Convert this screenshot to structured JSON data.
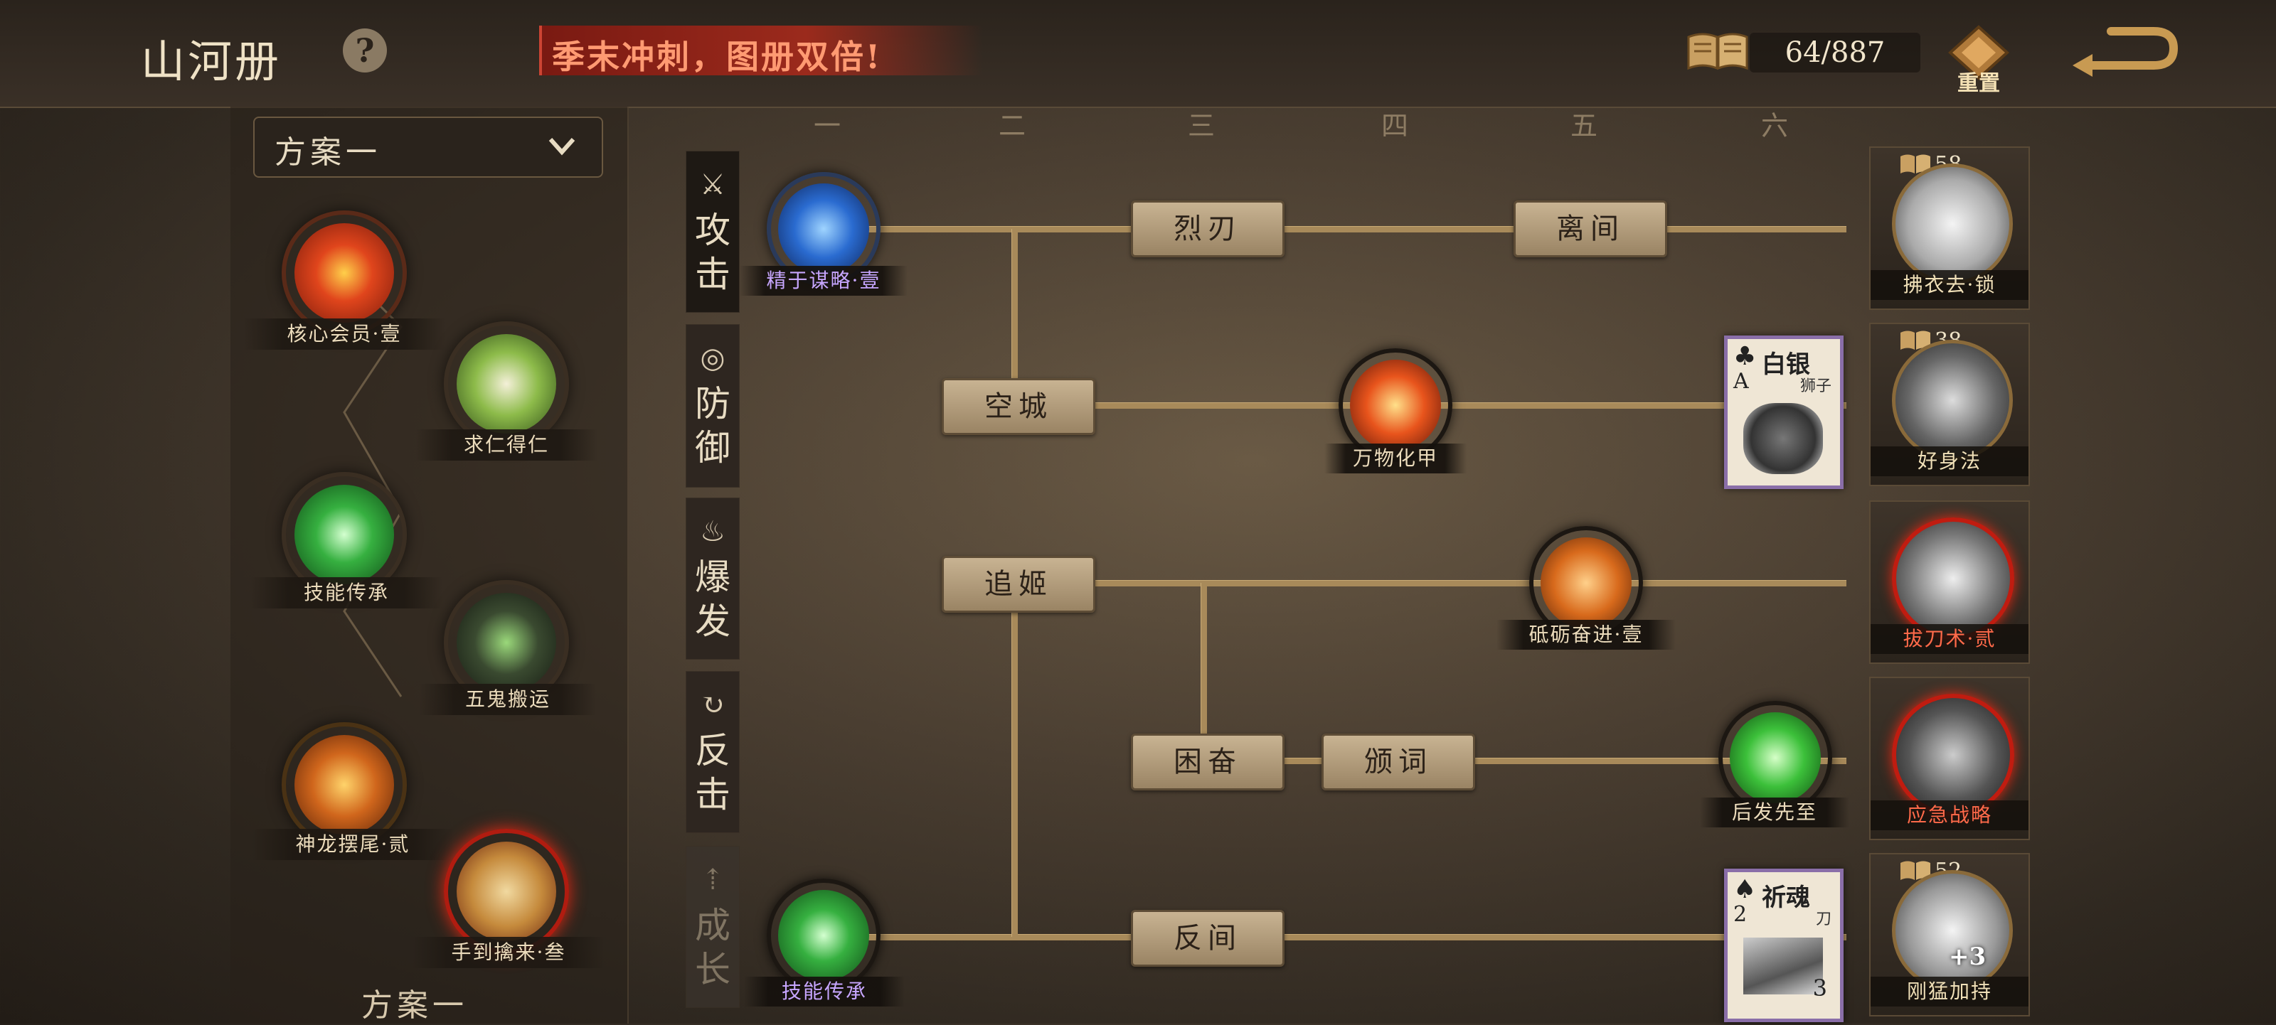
{
  "header": {
    "title": "山河册",
    "help_icon": "?",
    "banner": "季末冲刺，图册双倍!",
    "counter": "64/887",
    "reset_label": "重置"
  },
  "left_panel": {
    "scheme_select": "方案一",
    "scheme_footer": "方案一",
    "nodes": [
      {
        "label": "核心会员·壹"
      },
      {
        "label": "求仁得仁"
      },
      {
        "label": "技能传承"
      },
      {
        "label": "五鬼搬运"
      },
      {
        "label": "神龙摆尾·贰"
      },
      {
        "label": "手到擒来·叁"
      }
    ]
  },
  "categories": [
    {
      "icon": "⚔",
      "label_1": "攻",
      "label_2": "击"
    },
    {
      "icon": "◎",
      "label_1": "防",
      "label_2": "御"
    },
    {
      "icon": "♨",
      "label_1": "爆",
      "label_2": "发"
    },
    {
      "icon": "↻",
      "label_1": "反",
      "label_2": "击"
    },
    {
      "icon": "⇡",
      "label_1": "成",
      "label_2": "长"
    }
  ],
  "columns": [
    "一",
    "二",
    "三",
    "四",
    "五",
    "六"
  ],
  "tree": {
    "buttons": [
      "烈刃",
      "离间",
      "空城",
      "追姬",
      "困奋",
      "颁词",
      "反间"
    ],
    "nodes": [
      {
        "label": "精于谋略·壹"
      },
      {
        "label": "万物化甲"
      },
      {
        "label": "砥砺奋进·壹"
      },
      {
        "label": "后发先至"
      },
      {
        "label": "技能传承"
      }
    ]
  },
  "playing_cards": [
    {
      "suit": "♣",
      "rank": "A",
      "name": "白银",
      "sub": "狮子"
    },
    {
      "suit": "♠",
      "rank": "2",
      "name": "祈魂",
      "sub": "刀",
      "number": "3"
    }
  ],
  "right_cards": [
    {
      "name": "拂衣去·锁",
      "count": "58",
      "color": "#f0e0b8"
    },
    {
      "name": "好身法",
      "count": "38",
      "color": "#f0e0b8"
    },
    {
      "name": "拔刀术·贰",
      "count": "",
      "color": "#ff6a4a"
    },
    {
      "name": "应急战略",
      "count": "",
      "color": "#ff6a4a"
    },
    {
      "name": "刚猛加持",
      "count": "52",
      "color": "#f0e0b8",
      "badge": "+3"
    }
  ],
  "colors": {
    "accent": "#a88a5a",
    "rare_purple": "#c7a6ff",
    "danger": "#ff6a4a"
  }
}
